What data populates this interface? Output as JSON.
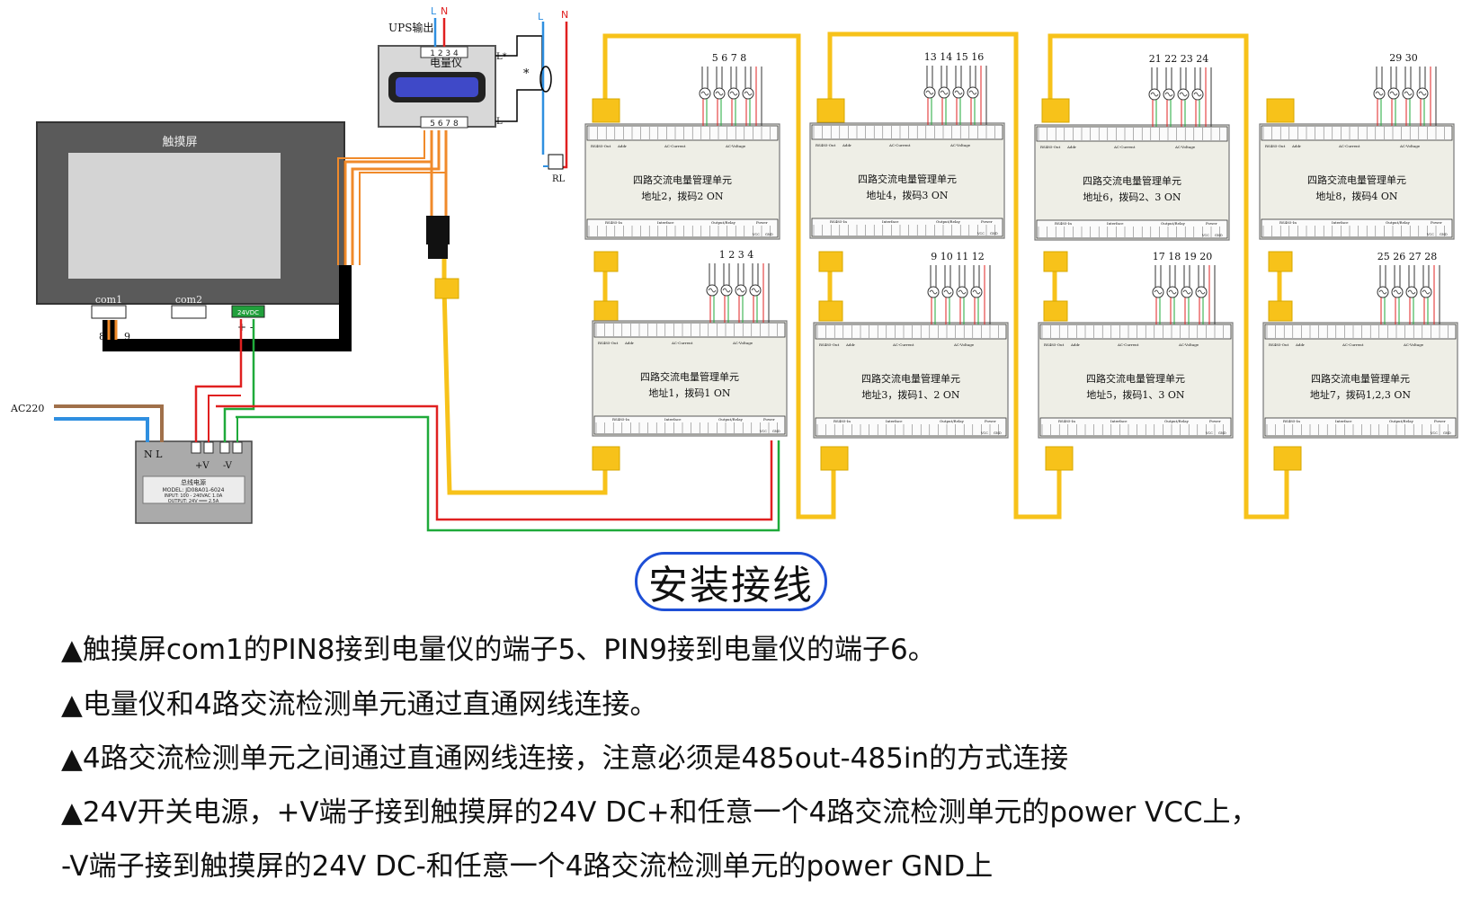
{
  "touch_screen": {
    "label": "触摸屏",
    "com1": "com1",
    "com2": "com2",
    "power_port": "24VDC",
    "pin8": "8",
    "pin9": "9",
    "plus_minus": "+ -"
  },
  "meter": {
    "ups_label": "UPS输出",
    "label": "电量仪",
    "top_terminals": "1 2 3 4",
    "bottom_terminals": "5 6 7 8",
    "l_star": "L*",
    "l": "L",
    "star": "*",
    "rl": "RL",
    "line_L": "L",
    "line_N": "N"
  },
  "power_supply": {
    "ac_label": "AC220",
    "n_l": "N  L",
    "vplus": "+V",
    "vminus": "-V",
    "name": "总线电源",
    "model": "MODEL: JD08A01-6024",
    "input": "INPUT:  100 - 240VAC   1.0A",
    "output": "OUTPUT:     24V  ═══  2.5A"
  },
  "module_label": "四路交流电量管理单元",
  "module_small_labels": {
    "rs485_out": "RS485-Out",
    "addr": "Addr",
    "ac_current": "AC-Current",
    "ac_voltage": "AC-Voltage",
    "rs485_in": "RS485-In",
    "interface": "Interface",
    "output_relay": "Output/Relay",
    "power": "Power",
    "vcc": "VCC",
    "gnd": "GND"
  },
  "modules": [
    {
      "addr": "地址2，拨码2 ON",
      "channels": "5  6  7  8"
    },
    {
      "addr": "地址1，拨码1 ON",
      "channels": "1  2  3  4"
    },
    {
      "addr": "地址4，拨码3 ON",
      "channels": "13 14 15 16"
    },
    {
      "addr": "地址3，拨码1、2 ON",
      "channels": "9 10 11 12"
    },
    {
      "addr": "地址6，拨码2、3 ON",
      "channels": "21 22 23 24"
    },
    {
      "addr": "地址5，拨码1、3 ON",
      "channels": "17 18 19 20"
    },
    {
      "addr": "地址8，拨码4 ON",
      "channels": "29 30"
    },
    {
      "addr": "地址7，拨码1,2,3 ON",
      "channels": "25 26 27 28"
    }
  ],
  "section_title": "安装接线",
  "notes": [
    "▲触摸屏com1的PIN8接到电量仪的端子5、PIN9接到电量仪的端子6。",
    "▲电量仪和4路交流检测单元通过直通网线连接。",
    "▲4路交流检测单元之间通过直通网线连接，注意必须是485out-485in的方式连接",
    "▲24V开关电源，+V端子接到触摸屏的24V DC+和任意一个4路交流检测单元的power VCC上，",
    "-V端子接到触摸屏的24V DC-和任意一个4路交流检测单元的power GND上"
  ],
  "colors": {
    "cable": "#f7c21a",
    "orange_wire": "#f08a2a",
    "blue_wire": "#2f8fe0",
    "red_wire": "#e02020",
    "green_wire": "#1faa3a",
    "brown_wire": "#a0704a",
    "title_border": "#1e4fd6"
  }
}
